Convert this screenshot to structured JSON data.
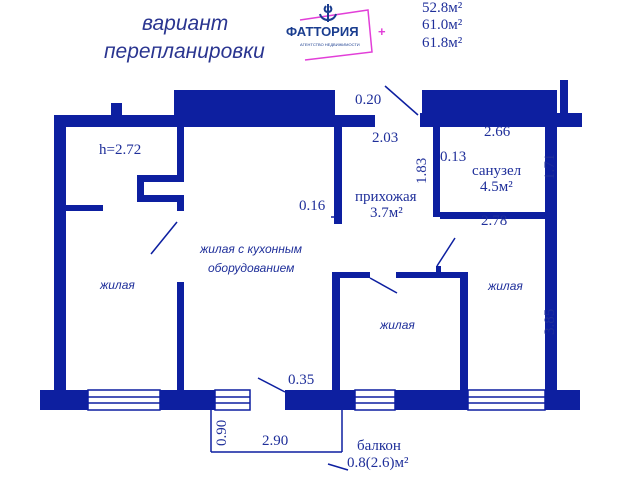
{
  "title": {
    "line1": "вариант",
    "line2": "перепланировки"
  },
  "logo": {
    "name": "ФАТТОРИЯ",
    "plus": "+",
    "subtitle": "АГЕНТСТВО НЕДВИЖИМОСТИ"
  },
  "areas": [
    "52.8м²",
    "61.0м²",
    "61.8м²"
  ],
  "ceiling_height": "h=2.72",
  "rooms": {
    "living_left": "жилая",
    "living_kitchen_1": "жилая с кухонным",
    "living_kitchen_2": "оборудованием",
    "living_middle": "жилая",
    "living_right": "жилая",
    "hallway": "прихожая",
    "hallway_area": "3.7м²",
    "bathroom": "санузел",
    "bathroom_area": "4.5м²",
    "balcony": "балкон",
    "balcony_area": "0.8(2.6)м²"
  },
  "dimensions": {
    "d020": "0.20",
    "d203": "2.03",
    "d266": "2.66",
    "d183": "1.83",
    "d013": "0.13",
    "d171": "1.71",
    "d016": "0.16",
    "d278": "2.78",
    "d385": "3.85",
    "d035": "0.35",
    "d090": "0.90",
    "d290": "2.90"
  },
  "colors": {
    "wall": "#0d1fa0",
    "text": "#1f2f9a",
    "logo_accent": "#e23fd8"
  }
}
